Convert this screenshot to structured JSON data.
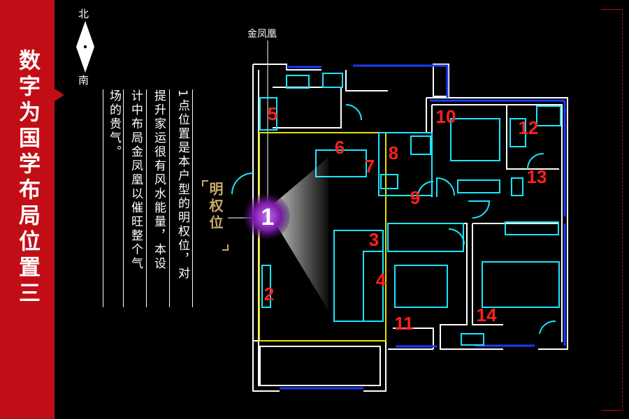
{
  "sidebar": {
    "title": "数字为国学布局位置三"
  },
  "compass": {
    "north": "北",
    "south": "南"
  },
  "description": {
    "columns": [
      "1点位置是本户型的明权位，对",
      "提升家运很有风水能量，本设",
      "计中布局金凤凰以催旺整个气",
      "场的贵气。"
    ]
  },
  "position_label": "明权位",
  "callout": "金凤凰",
  "markers": [
    {
      "n": "1",
      "label": "1"
    },
    {
      "n": "2",
      "label": "2"
    },
    {
      "n": "3",
      "label": "3"
    },
    {
      "n": "4",
      "label": "4"
    },
    {
      "n": "5",
      "label": "5"
    },
    {
      "n": "6",
      "label": "6"
    },
    {
      "n": "7",
      "label": "7"
    },
    {
      "n": "8",
      "label": "8"
    },
    {
      "n": "9",
      "label": "9"
    },
    {
      "n": "10",
      "label": "10"
    },
    {
      "n": "11",
      "label": "11"
    },
    {
      "n": "12",
      "label": "12"
    },
    {
      "n": "13",
      "label": "13"
    },
    {
      "n": "14",
      "label": "14"
    }
  ],
  "colors": {
    "accent_red": "#c30d16",
    "marker_red": "#ff2020",
    "wall_white": "#ffffff",
    "wall_blue": "#1a3cff",
    "furniture_cyan": "#19e6ff",
    "living_outline": "#e8e000",
    "orb_purple": "#8a1fbf",
    "label_gold": "#c9a86a"
  }
}
